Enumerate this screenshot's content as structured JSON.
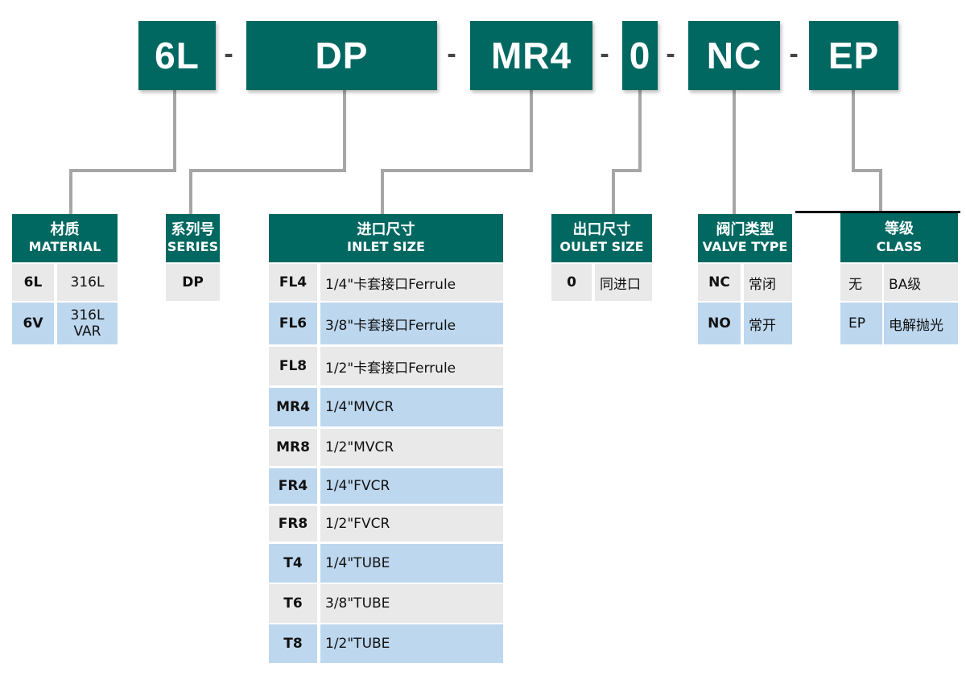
{
  "codes": {
    "material": "6L",
    "series": "DP",
    "inlet": "MR4",
    "outlet": "0",
    "valve_type": "NC",
    "class": "EP"
  },
  "separator": "-",
  "material": {
    "title_cn": "材质",
    "title_en": "MATERIAL",
    "rows": [
      {
        "code": "6L",
        "desc": "316L"
      },
      {
        "code": "6V",
        "desc": "316L VAR"
      }
    ]
  },
  "series": {
    "title_cn": "系列号",
    "title_en": "SERIES",
    "rows": [
      {
        "code": "DP"
      }
    ]
  },
  "inlet": {
    "title_cn": "进口尺寸",
    "title_en": "INLET  SIZE",
    "rows": [
      {
        "code": "FL4",
        "desc": "1/4\"卡套接口Ferrule"
      },
      {
        "code": "FL6",
        "desc": "3/8\"卡套接口Ferrule"
      },
      {
        "code": "FL8",
        "desc": "1/2\"卡套接口Ferrule"
      },
      {
        "code": "MR4",
        "desc": "1/4\"MVCR"
      },
      {
        "code": "MR8",
        "desc": "1/2\"MVCR"
      },
      {
        "code": "FR4",
        "desc": "1/4\"FVCR"
      },
      {
        "code": "FR8",
        "desc": "1/2\"FVCR"
      },
      {
        "code": "T4",
        "desc": "1/4\"TUBE"
      },
      {
        "code": "T6",
        "desc": "3/8\"TUBE"
      },
      {
        "code": "T8",
        "desc": "1/2\"TUBE"
      }
    ]
  },
  "outlet": {
    "title_cn": "出口尺寸",
    "title_en": "OULET  SIZE",
    "rows": [
      {
        "code": "0",
        "desc": "同进口"
      }
    ]
  },
  "valve_type": {
    "title_cn": "阀门类型",
    "title_en": "VALVE  TYPE",
    "rows": [
      {
        "code": "NC",
        "desc": "常闭"
      },
      {
        "code": "NO",
        "desc": "常开"
      }
    ]
  },
  "class": {
    "title_cn": "等级",
    "title_en": "CLASS",
    "rows": [
      {
        "code": "无",
        "desc": "BA级"
      },
      {
        "code": "EP",
        "desc": "电解抛光"
      }
    ]
  },
  "colors": {
    "header": "#006861",
    "row_grey": "#e9e9e9",
    "row_blue": "#bdd7ee",
    "connector": "#a6a6a6"
  }
}
